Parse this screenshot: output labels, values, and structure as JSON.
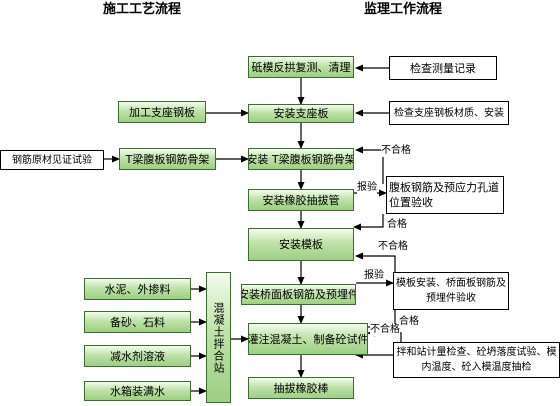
{
  "headers": {
    "construction_flow": "施工工艺流程",
    "supervision_flow": "监理工作流程"
  },
  "main_flow": [
    "砥模反拱复测、清理",
    "安装支座板",
    "安装 T梁腹板钢筋骨架",
    "安装橡胶抽拔管",
    "安装模板",
    "安装桥面板钢筋及预埋件",
    "灌注混凝土、制备砼试件",
    "抽拔橡胶棒"
  ],
  "left_inputs": {
    "machined_plate": "加工支座钢板",
    "rebar_cage": "T梁腹板钢筋骨架",
    "rebar_witness": "钢筋原材见证试验",
    "cement": "水泥、外掺料",
    "sand": "备砂、石料",
    "water_reducer": "减水剂溶液",
    "water_tank": "水箱装满水",
    "mixing_station": "混凝土拌合站"
  },
  "supervision": {
    "survey_record": "检查测量记录",
    "support_plate_check": "检查支座钢板材质、安装",
    "rebar_duct_check": "腹板钢筋及预应力孔道位置验收",
    "formwork_check": "模板安装、桥面板钢筋及预埋件验收",
    "mix_check": "拌和站计量检查、砼坍落度试验、模内温度、砼入模温度抽检"
  },
  "flow_labels": {
    "fail_1": "不合格",
    "report_1": "报验",
    "pass_1": "合格",
    "fail_2": "不合格",
    "report_2": "报验",
    "pass_2": "合格",
    "fail_3": "不合格"
  },
  "colors": {
    "box_fill": "#bfe2a9",
    "box_border": "#3a6e2e",
    "line": "#000000"
  }
}
